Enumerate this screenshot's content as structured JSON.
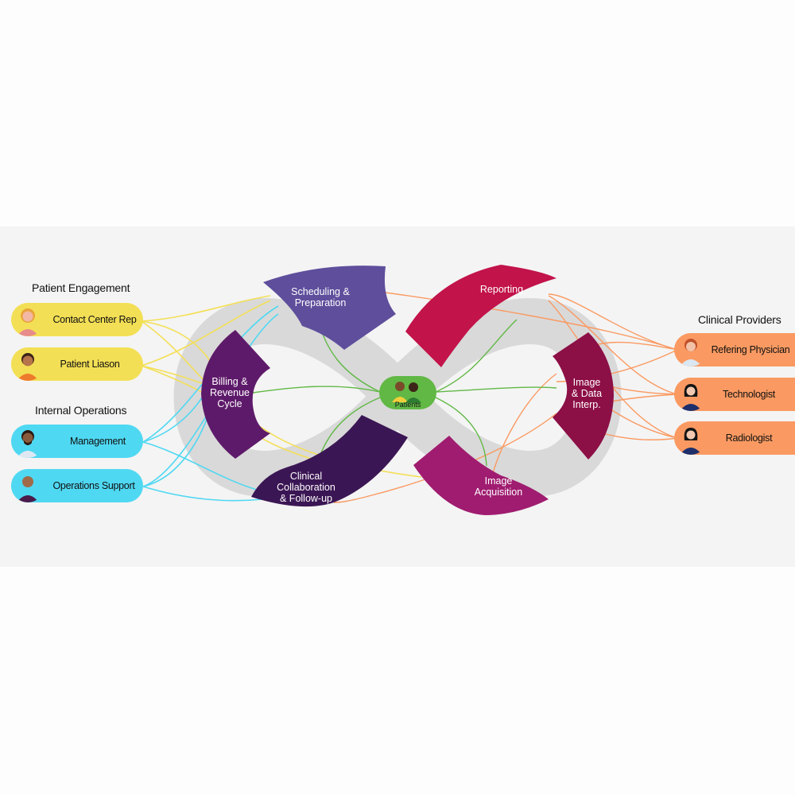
{
  "groups": {
    "patient_engagement": "Patient Engagement",
    "internal_operations": "Internal Operations",
    "clinical_providers": "Clinical Providers"
  },
  "roles": {
    "contact_center_rep": "Contact Center Rep",
    "patient_liason": "Patient Liason",
    "management": "Management",
    "operations_support": "Operations Support",
    "refering_physician": "Refering Physician",
    "technologist": "Technologist",
    "radiologist": "Radiologist"
  },
  "stages": {
    "scheduling": [
      "Scheduling &",
      "Preparation"
    ],
    "reporting": [
      "Reporting"
    ],
    "billing": [
      "Billing &",
      "Revenue",
      "Cycle"
    ],
    "image_interp": [
      "Image",
      "& Data",
      "Interp."
    ],
    "clinical": [
      "Clinical",
      "Collaboration",
      "& Follow-up"
    ],
    "acquisition": [
      "Image",
      "Acquisition"
    ]
  },
  "center": {
    "label": "Patients"
  },
  "colors": {
    "yellow": "#f3df55",
    "cyan": "#4fd8f2",
    "orange": "#fa9a62",
    "scheduling": "#5f4e9c",
    "reporting": "#c2134a",
    "billing": "#5e1a6a",
    "image_interp": "#8c0f46",
    "clinical": "#3b1654",
    "acquisition": "#a01c70",
    "patients": "#61b845"
  }
}
